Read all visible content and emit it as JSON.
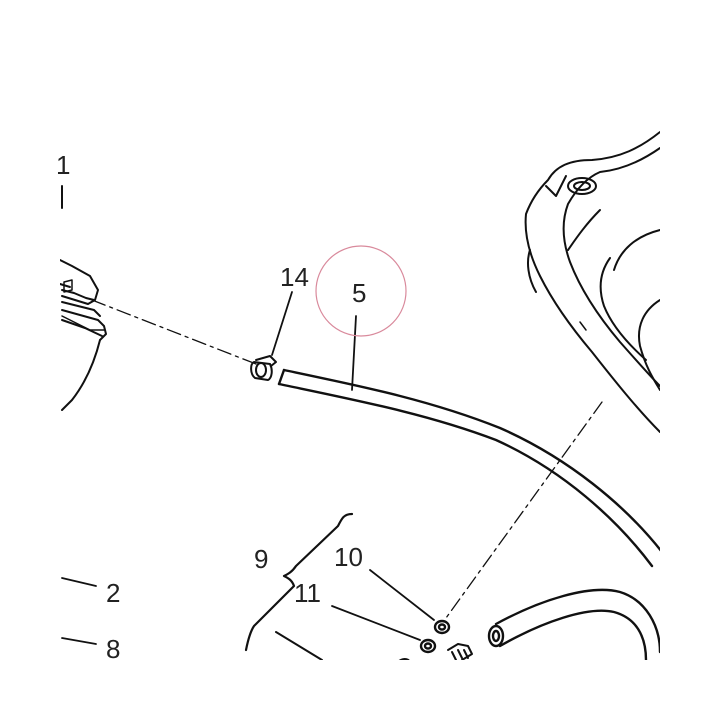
{
  "diagram": {
    "labels": {
      "part_1": "1",
      "part_2": "2",
      "part_5": "5",
      "part_8": "8",
      "part_9": "9",
      "part_10": "10",
      "part_11": "11",
      "part_14": "14"
    },
    "colors": {
      "line": "#111111",
      "text": "#222222",
      "highlight_circle": "#d98a9c",
      "background": "#ffffff"
    }
  }
}
